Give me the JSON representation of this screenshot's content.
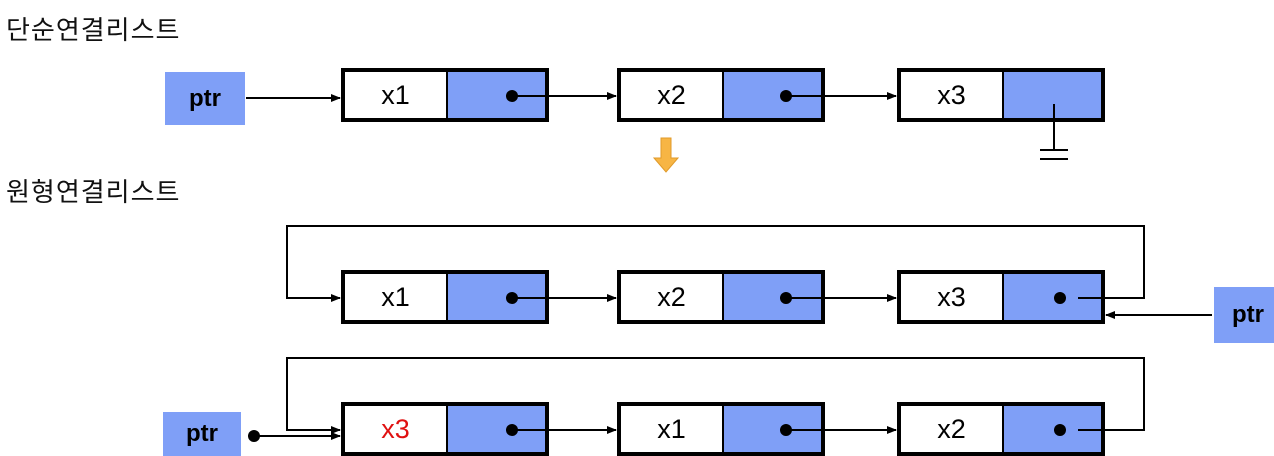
{
  "titles": {
    "singly": "단순연결리스트",
    "circular": "원형연결리스트"
  },
  "ptr_label": "ptr",
  "rows": [
    {
      "name": "singly-list",
      "nodes": [
        "x1",
        "x2",
        "x3"
      ]
    },
    {
      "name": "circular-list-a",
      "nodes": [
        "x1",
        "x2",
        "x3"
      ]
    },
    {
      "name": "circular-list-b",
      "nodes": [
        "x3",
        "x1",
        "x2"
      ]
    }
  ],
  "colors": {
    "link_field": "#7f9ff7",
    "highlight_text": "#e01010",
    "transition_arrow": "#f7b544"
  }
}
